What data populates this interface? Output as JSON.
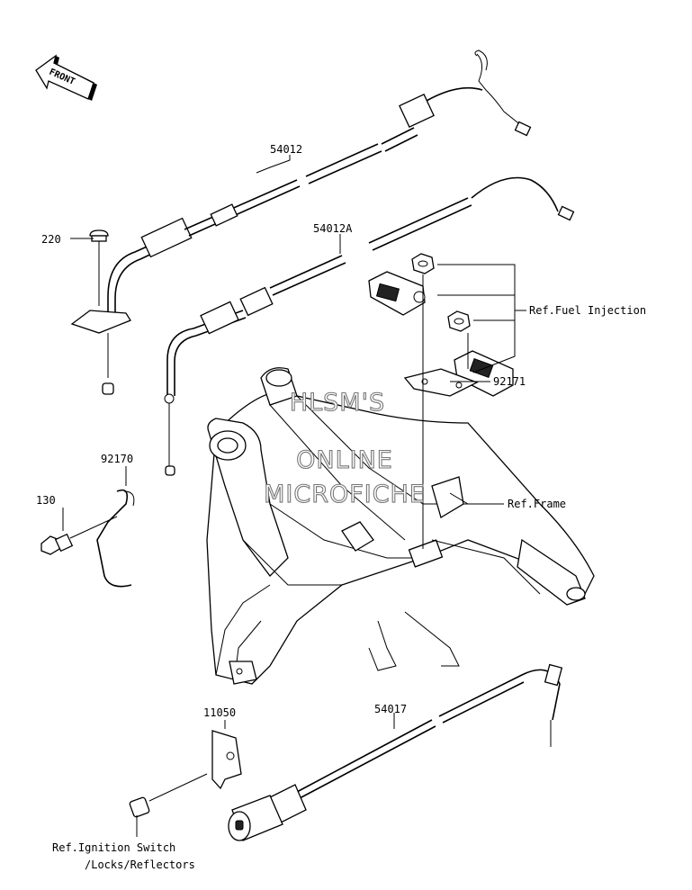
{
  "front_arrow": {
    "label": "FRONT"
  },
  "watermark": {
    "line1": "HLSM'S",
    "line2": "ONLINE",
    "line3": "MICROFICHE"
  },
  "labels": {
    "p54012": "54012",
    "p54012a": "54012A",
    "p220": "220",
    "p92170": "92170",
    "p130": "130",
    "p92171": "92171",
    "p11050": "11050",
    "p54017": "54017",
    "ref_fuel": "Ref.Fuel Injection",
    "ref_frame": "Ref.Frame",
    "ref_ign1": "Ref.Ignition Switch",
    "ref_ign2": "/Locks/Reflectors"
  }
}
